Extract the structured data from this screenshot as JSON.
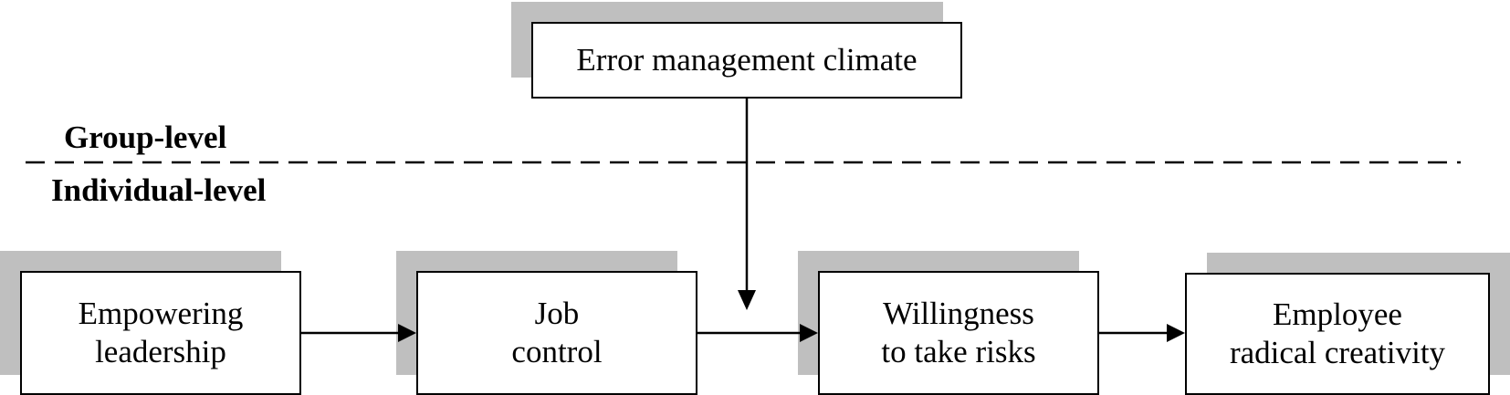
{
  "levels": {
    "group": "Group-level",
    "individual": "Individual-level"
  },
  "moderator": {
    "label": "Error management climate"
  },
  "boxes": {
    "empowering": {
      "line1": "Empowering",
      "line2": "leadership"
    },
    "job_control": {
      "line1": "Job",
      "line2": "control"
    },
    "willingness": {
      "line1": "Willingness",
      "line2": "to take risks"
    },
    "creativity": {
      "line1": "Employee",
      "line2": "radical creativity"
    }
  },
  "colors": {
    "shadow": "#bfbfbf",
    "stroke": "#000000",
    "background": "#ffffff"
  }
}
